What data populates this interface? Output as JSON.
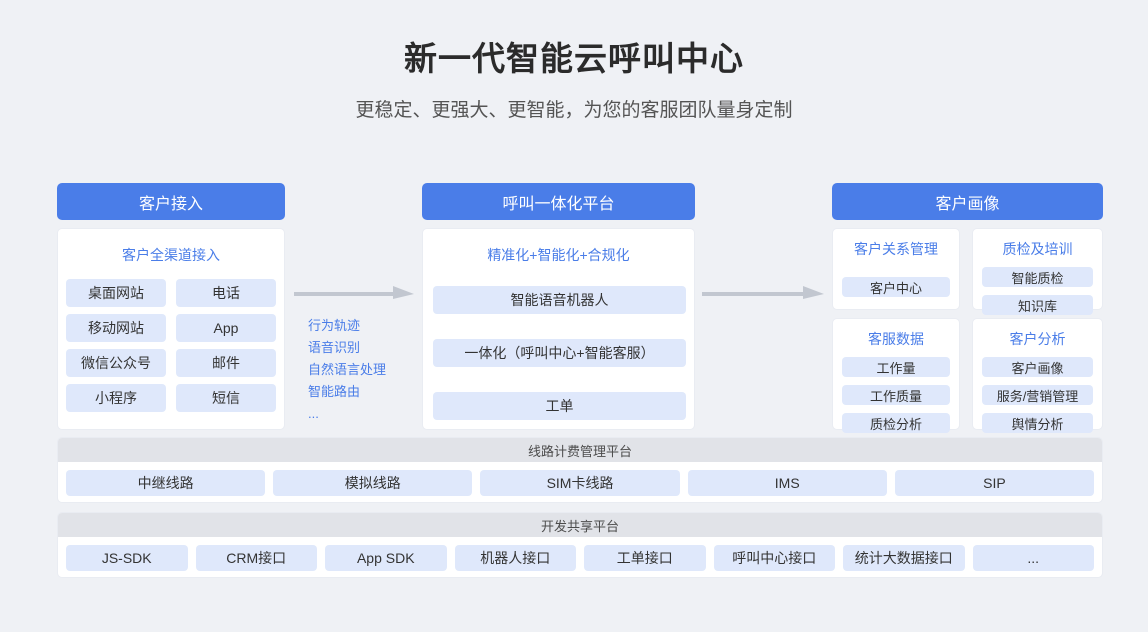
{
  "title": "新一代智能云呼叫中心",
  "subtitle": "更稳定、更强大、更智能，为您的客服团队量身定制",
  "access": {
    "header": "客户接入",
    "panel_title": "客户全渠道接入",
    "items": [
      "桌面网站",
      "电话",
      "移动网站",
      "App",
      "微信公众号",
      "邮件",
      "小程序",
      "短信"
    ]
  },
  "flow": {
    "items": [
      "行为轨迹",
      "语音识别",
      "自然语言处理",
      "智能路由",
      "..."
    ]
  },
  "platform": {
    "header": "呼叫一体化平台",
    "panel_title": "精准化+智能化+合规化",
    "items": [
      "智能语音机器人",
      "一体化（呼叫中心+智能客服）",
      "工单"
    ]
  },
  "profile": {
    "header": "客户画像",
    "boxes": [
      {
        "title": "客户关系管理",
        "items": [
          "客户中心"
        ]
      },
      {
        "title": "质检及培训",
        "items": [
          "智能质检",
          "知识库"
        ]
      },
      {
        "title": "客服数据",
        "items": [
          "工作量",
          "工作质量",
          "质检分析"
        ]
      },
      {
        "title": "客户分析",
        "items": [
          "客户画像",
          "服务/营销管理",
          "舆情分析"
        ]
      }
    ]
  },
  "line_platform": {
    "title": "线路计费管理平台",
    "items": [
      "中继线路",
      "模拟线路",
      "SIM卡线路",
      "IMS",
      "SIP"
    ]
  },
  "dev_platform": {
    "title": "开发共享平台",
    "items": [
      "JS-SDK",
      "CRM接口",
      "App SDK",
      "机器人接口",
      "工单接口",
      "呼叫中心接口",
      "统计大数据接口",
      "..."
    ]
  },
  "colors": {
    "accent_blue": "#4a7de8",
    "chip_bg": "#dfe8fb",
    "strip_bg": "#e1e3e8",
    "arrow_gray": "#c2c7d0",
    "page_bg": "#eff1f5"
  }
}
